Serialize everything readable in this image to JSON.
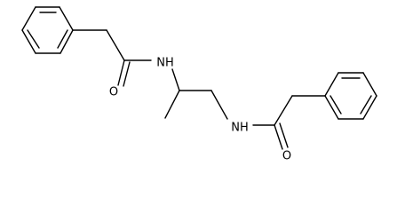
{
  "molecule": {
    "atom_labels": {
      "nh_left": "NH",
      "o_left": "O",
      "nh_right": "NH",
      "o_right": "O"
    }
  },
  "colors": {
    "bond": "#000000",
    "background": "#ffffff"
  }
}
